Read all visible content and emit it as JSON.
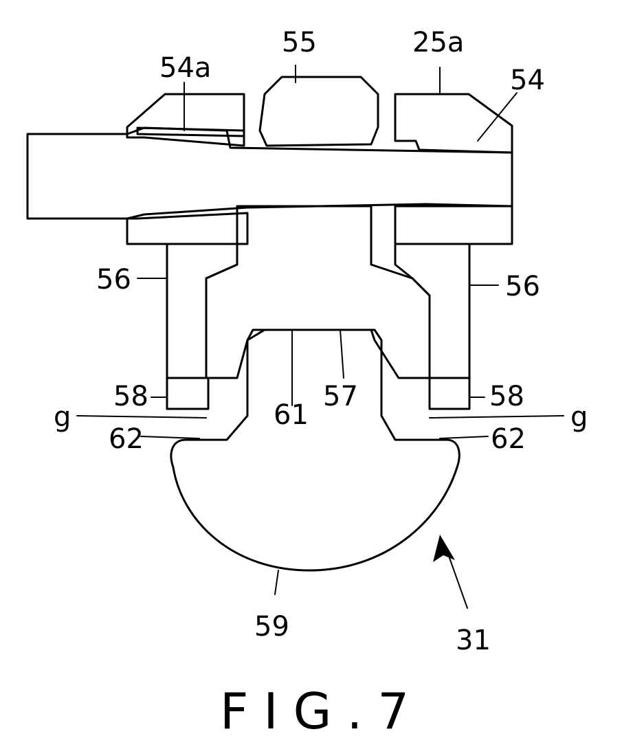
{
  "figure": {
    "caption": "FIG.7",
    "labels": {
      "l55": "55",
      "l25a": "25a",
      "l54a": "54a",
      "l54": "54",
      "l56_left": "56",
      "l56_right": "56",
      "l58_left": "58",
      "l58_right": "58",
      "l57": "57",
      "l61": "61",
      "lg_left": "g",
      "lg_right": "g",
      "l62_left": "62",
      "l62_right": "62",
      "l59": "59",
      "l31": "31"
    }
  }
}
